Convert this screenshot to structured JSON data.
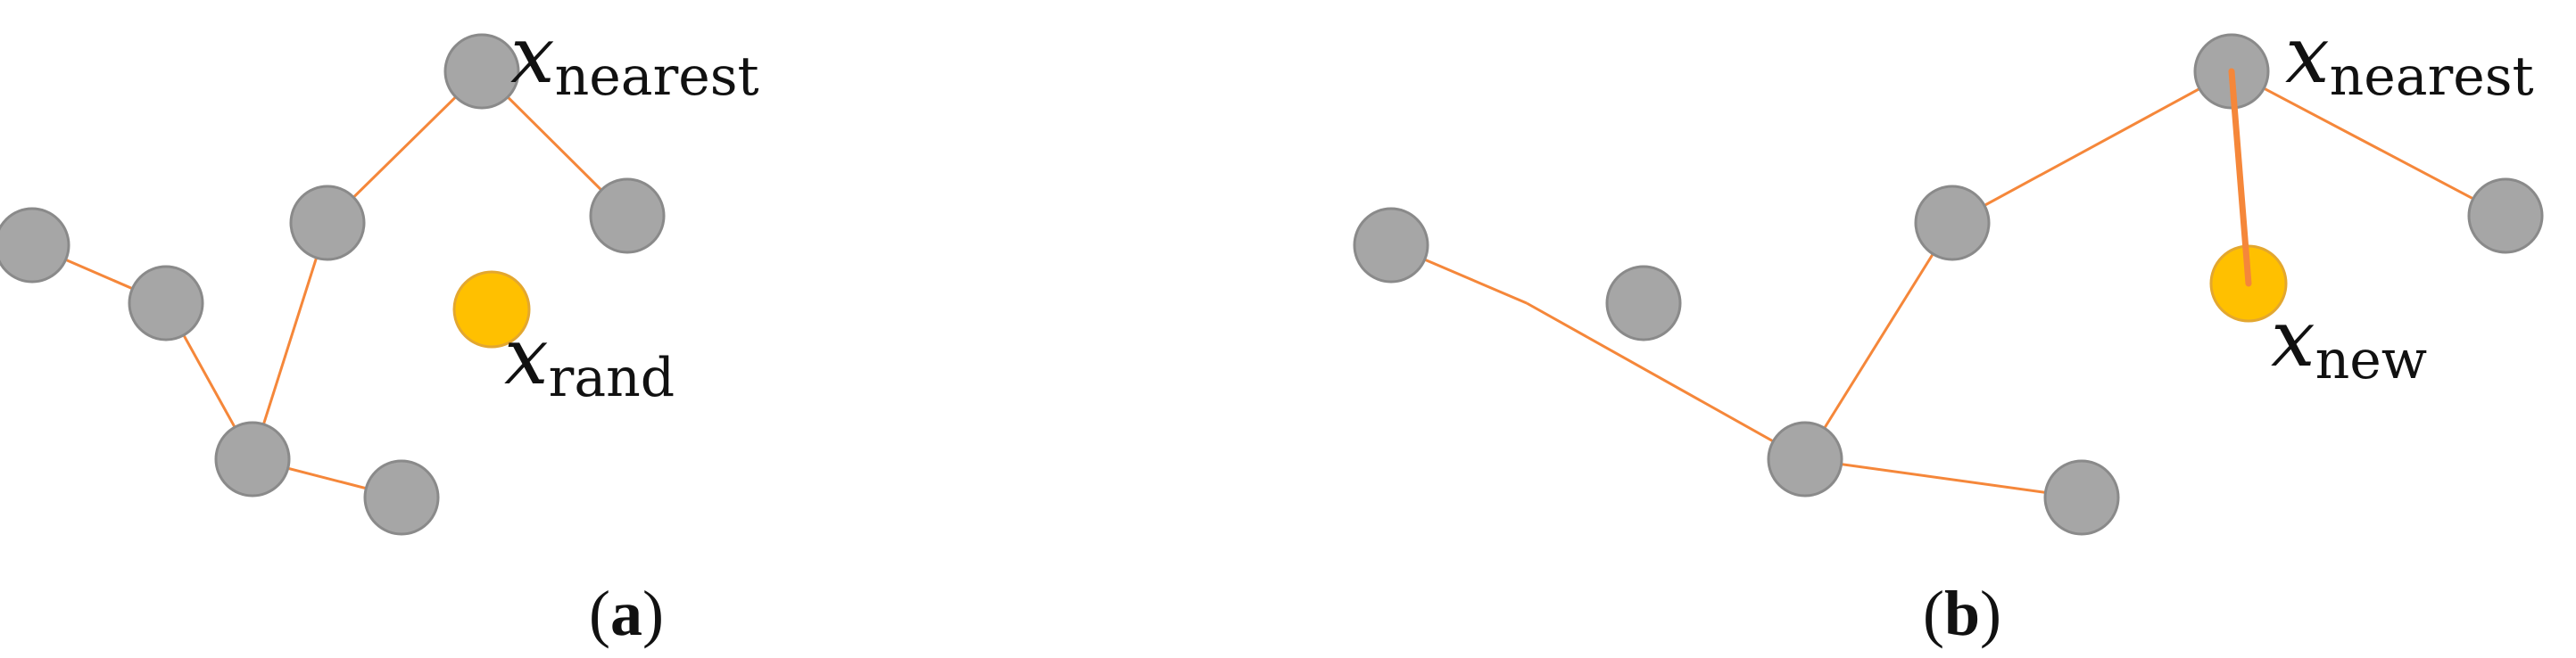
{
  "panels": [
    {
      "caption_open": "(",
      "caption_letter": "a",
      "caption_close": ")",
      "nearest_var": "x",
      "nearest_sub": "nearest",
      "point_var": "x",
      "point_sub": "rand"
    },
    {
      "caption_open": "(",
      "caption_letter": "b",
      "caption_close": ")",
      "nearest_var": "x",
      "nearest_sub": "nearest",
      "point_var": "x",
      "point_sub": "new"
    }
  ],
  "colors": {
    "node_fill": "#A6A6A6",
    "node_stroke": "#8A8A8A",
    "edge": "#F5873A",
    "new_node_fill": "#FFC000"
  }
}
